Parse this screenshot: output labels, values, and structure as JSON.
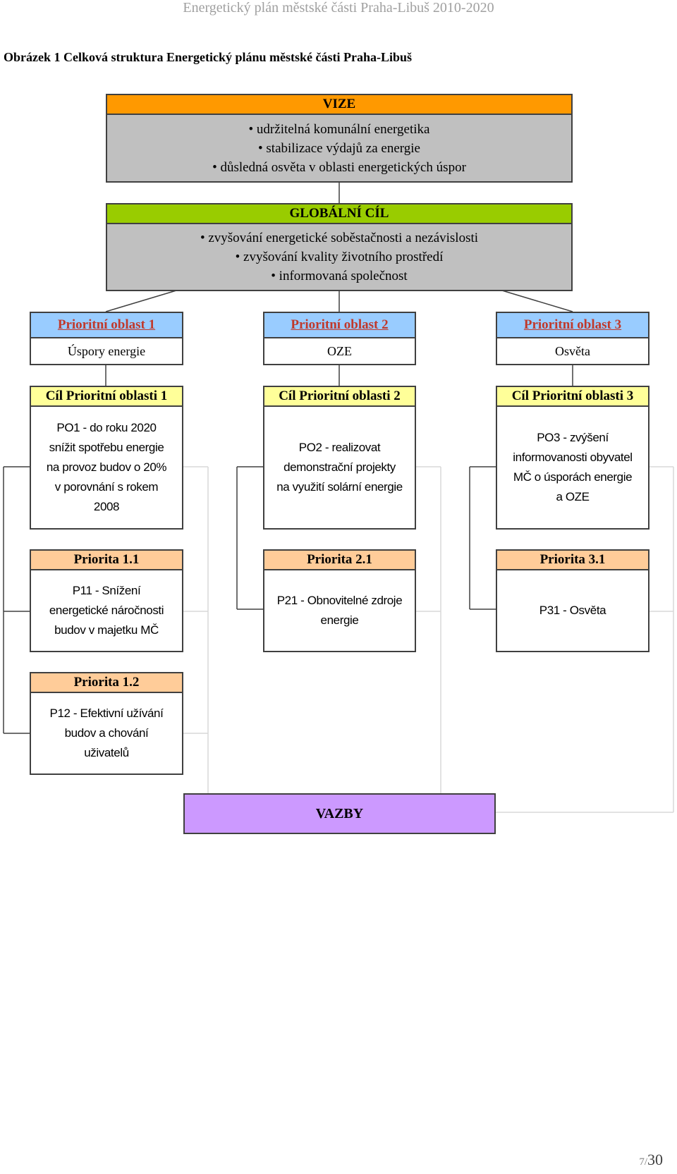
{
  "header": {
    "title": "Energetický plán městské části Praha-Libuš 2010-2020"
  },
  "caption": "Obrázek 1 Celková struktura Energetický plánu městské části Praha-Libuš",
  "vize": {
    "title": "VIZE",
    "items": [
      "• udržitelná komunální energetika",
      "• stabilizace výdajů za energie",
      "• důsledná osvěta v oblasti energetických úspor"
    ]
  },
  "globalni_cil": {
    "title": "GLOBÁLNÍ CÍL",
    "items": [
      "• zvyšování energetické soběstačnosti a nezávislosti",
      "• zvyšování kvality životního prostředí",
      "• informovaná společnost"
    ]
  },
  "oblasti": [
    {
      "title": "Prioritní oblast 1",
      "name": "Úspory energie"
    },
    {
      "title": "Prioritní oblast 2",
      "name": "OZE"
    },
    {
      "title": "Prioritní oblast 3",
      "name": "Osvěta"
    }
  ],
  "cile": [
    {
      "title": "Cíl Prioritní oblasti 1",
      "lines": [
        "PO1 - do roku 2020",
        "snížit spotřebu energie",
        "na provoz budov o 20%",
        "v porovnání s rokem",
        "2008"
      ]
    },
    {
      "title": "Cíl Prioritní oblasti 2",
      "lines": [
        "PO2 - realizovat",
        "demonstrační projekty",
        "na využití solární energie"
      ]
    },
    {
      "title": "Cíl Prioritní oblasti 3",
      "lines": [
        "PO3 - zvýšení",
        "informovanosti obyvatel",
        "MČ o úsporách energie",
        "a OZE"
      ]
    }
  ],
  "priority": [
    {
      "title": "Priorita 1.1",
      "lines": [
        "P11 - Snížení",
        "energetické náročnosti",
        "budov v majetku MČ"
      ]
    },
    {
      "title": "Priorita 2.1",
      "lines": [
        "P21 - Obnovitelné zdroje",
        "energie"
      ]
    },
    {
      "title": "Priorita 3.1",
      "lines": [
        "P31 - Osvěta"
      ]
    },
    {
      "title": "Priorita 1.2",
      "lines": [
        "P12 - Efektivní užívání",
        "budov a chování",
        "uživatelů"
      ]
    }
  ],
  "vazby": {
    "title": "VAZBY"
  },
  "page": {
    "current": "7",
    "separator": "/",
    "total": "30"
  },
  "colors": {
    "vize_header": "#ff9900",
    "global_header": "#99cc00",
    "oblast_header": "#99ccff",
    "cil_header": "#ffff99",
    "priorita_header": "#ffcc99",
    "vazby": "#cc99ff",
    "gray_body": "#c0c0c0"
  }
}
